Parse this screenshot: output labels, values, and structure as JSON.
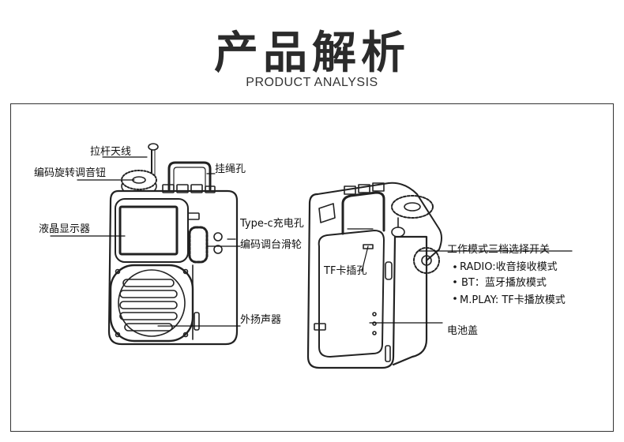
{
  "header": {
    "title": "产品解析",
    "subtitle": "PRODUCT ANALYSIS"
  },
  "labels": {
    "antenna": "拉杆天线",
    "encoder_knob": "编码旋转调音钮",
    "lanyard_hole": "挂绳孔",
    "lcd": "液晶显示器",
    "typec": "Type-c充电孔",
    "wheel": "编码调台滑轮",
    "speaker": "外扬声器",
    "tf_slot": "TF卡插孔",
    "mode_switch": "工作模式三档选择开关",
    "mode_radio": "RADIO:收音接收模式",
    "mode_bt": "BT：蓝牙播放模式",
    "mode_mplay": "M.PLAY: TF卡播放模式",
    "battery_cover": "电池盖"
  }
}
